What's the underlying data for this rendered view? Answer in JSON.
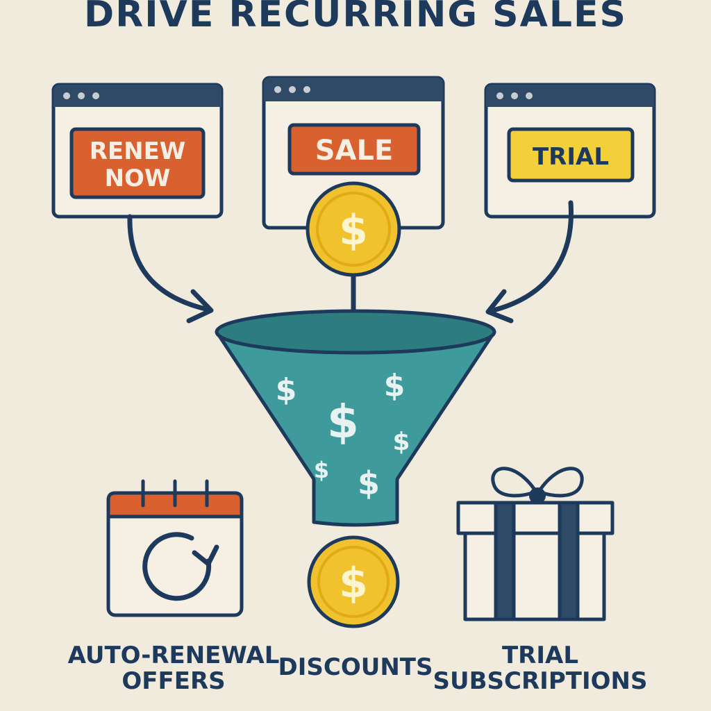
{
  "title": "DRIVE RECURRING SALES",
  "windows": {
    "renew": {
      "line1": "RENEW",
      "line2": "NOW"
    },
    "sale": {
      "label": "SALE"
    },
    "trial": {
      "label": "TRIAL"
    }
  },
  "currency_symbol": "$",
  "labels": {
    "auto_renewal": {
      "line1": "AUTO-RENEWAL",
      "line2": "OFFERS"
    },
    "discounts": "DISCOUNTS",
    "trial_subs": {
      "line1": "TRIAL",
      "line2": "SUBSCRIPTIONS"
    }
  },
  "colors": {
    "background": "#f1ebdd",
    "navy": "#1d3a5c",
    "orange": "#d9602f",
    "yellow": "#f3cf3a",
    "teal": "#3f9a9c",
    "coin_gold": "#f0c22d"
  }
}
